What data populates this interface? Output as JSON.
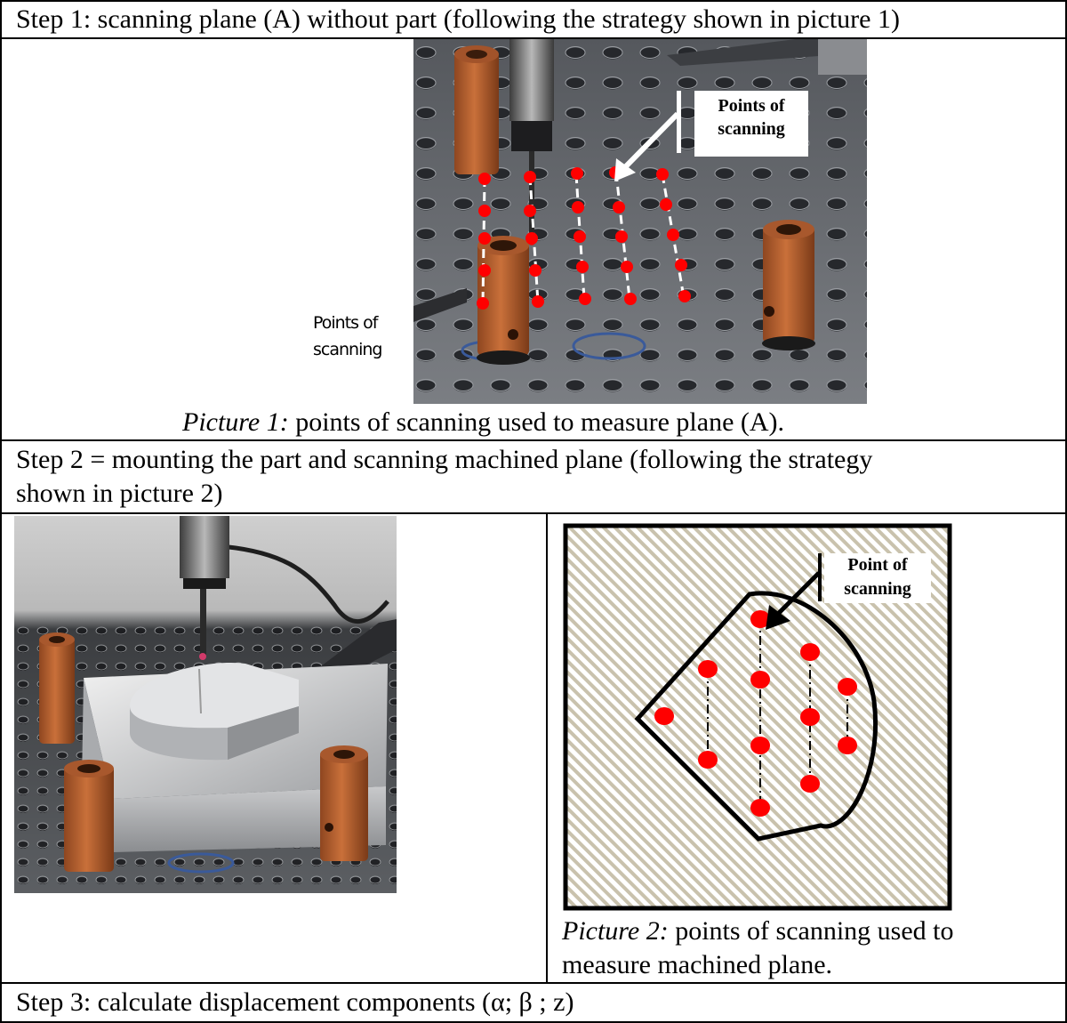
{
  "step1": {
    "header": "Step 1: scanning plane (A) without part (following the strategy shown in picture 1)",
    "photo_label": "Points of scanning",
    "side_label_line1": "Points of",
    "side_label_line2": "scanning",
    "caption_prefix": "Picture 1:",
    "caption_text": " points of scanning used to measure plane (A)."
  },
  "step2": {
    "header_line1": "Step 2 = mounting the part and scanning machined plane (following the strategy",
    "header_line2": "shown in picture 2)",
    "diagram_label_line1": "Point of",
    "diagram_label_line2": "scanning",
    "caption_prefix": "Picture 2:",
    "caption_line1": " points of scanning used to",
    "caption_line2": "measure machined plane."
  },
  "step3": {
    "header": "Step 3: calculate displacement components (α; β ; z)"
  },
  "colors": {
    "plate": "#6f7277",
    "hole": "#2a2c30",
    "peg": "#b5602e",
    "dot": "#ff0000",
    "hatch": "#c9c2ad"
  }
}
